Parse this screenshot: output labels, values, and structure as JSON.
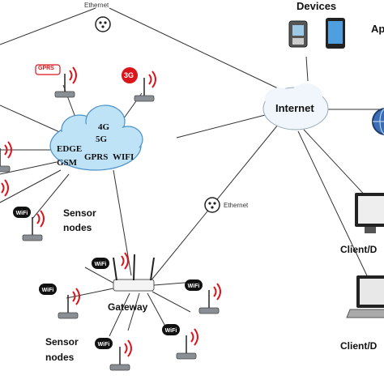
{
  "labels": {
    "devices": "Devices",
    "apps_partial": "Ap",
    "internet": "Internet",
    "ethernet_top": "Ethernet",
    "ethernet_mid": "Ethernet",
    "gateway": "Gateway",
    "sensor_nodes_1_line1": "Sensor",
    "sensor_nodes_1_line2": "nodes",
    "sensor_nodes_2_line1": "Sensor",
    "sensor_nodes_2_line2": "nodes",
    "client_1": "Client/D",
    "client_2": "Client/D"
  },
  "cloud": {
    "tech_4g": "4G",
    "tech_5g": "5G",
    "tech_edge": "EDGE",
    "tech_gsm": "GSM",
    "tech_gprs": "GPRS",
    "tech_wifi": "WIFI"
  },
  "badges": {
    "gprs": "GPRS",
    "three_g": "3G",
    "wifi": "WiFi"
  },
  "colors": {
    "accent_red": "#d9141b",
    "cloud_blue": "#bfe3f6",
    "line_gray": "#333333"
  },
  "icons": [
    "ethernet-jack-icon",
    "smartphone-icon",
    "tablet-icon",
    "cloud-icon",
    "antenna-node-icon",
    "router-icon",
    "monitor-icon",
    "laptop-icon",
    "globe-icon"
  ]
}
